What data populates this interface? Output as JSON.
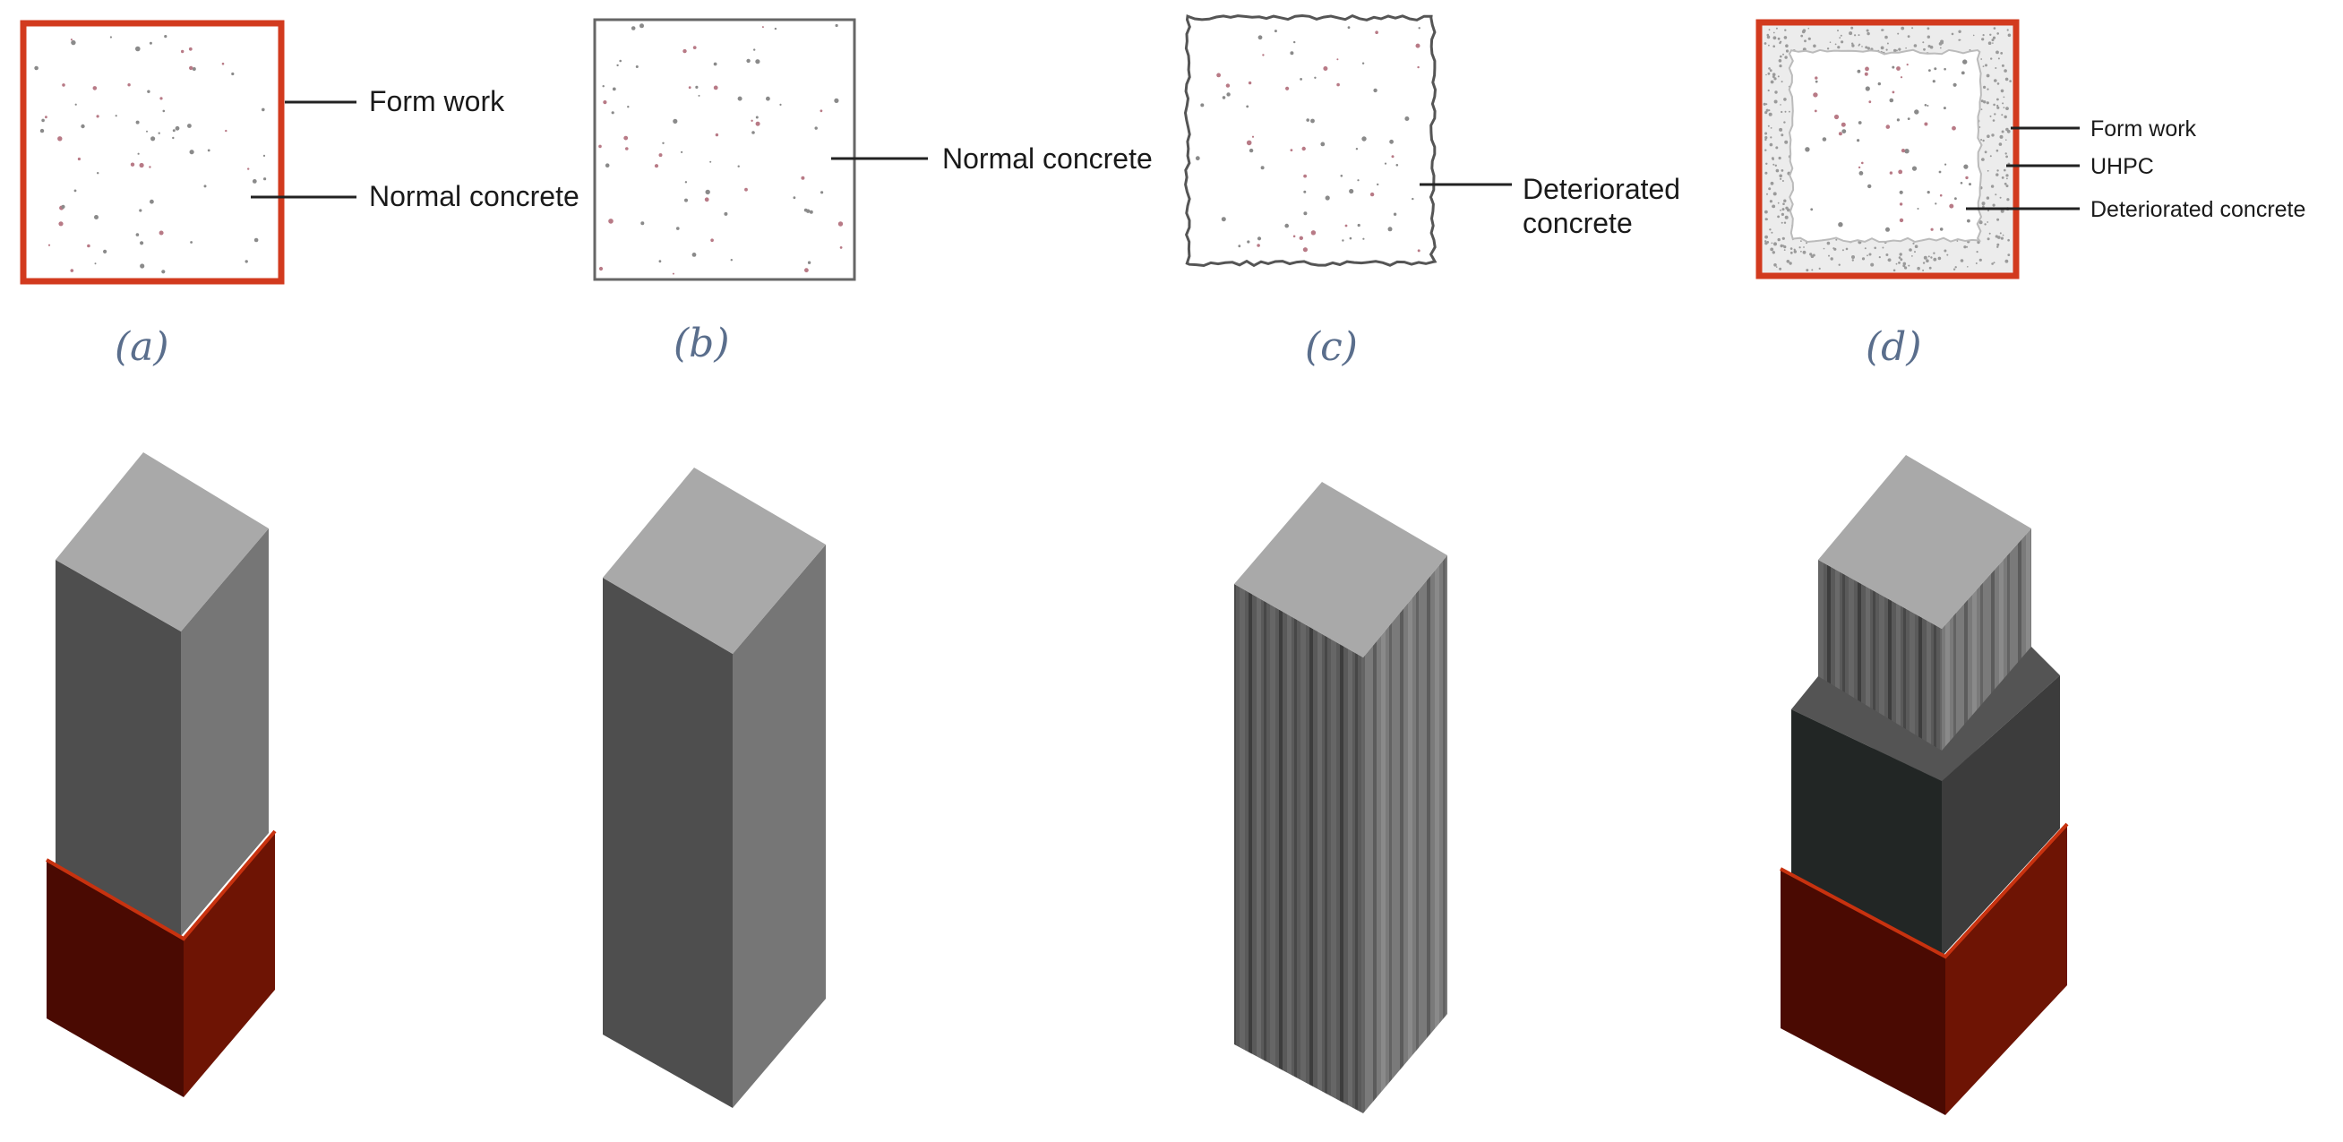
{
  "figure": {
    "panels": [
      {
        "id": "a",
        "label": "(a)",
        "callouts": [
          "Form work",
          "Normal concrete"
        ]
      },
      {
        "id": "b",
        "label": "(b)",
        "callouts": [
          "Normal concrete"
        ]
      },
      {
        "id": "c",
        "label": "(c)",
        "callouts": [
          "Deteriorated",
          "concrete"
        ]
      },
      {
        "id": "d",
        "label": "(d)",
        "callouts": [
          "Form work",
          "UHPC",
          "Deteriorated concrete"
        ]
      }
    ]
  },
  "colors": {
    "formwork_outline": "#d23a1e",
    "formwork_dark": "#4a0a02",
    "formwork_light": "#6e1404",
    "concrete_top": "#a9a9a9",
    "concrete_left": "#4e4e4e",
    "concrete_right": "#767676",
    "uhpc_left": "#222625",
    "uhpc_right": "#3c3c3c",
    "uhpc_top": "#545454",
    "panel_label": "#5a6e8c"
  }
}
